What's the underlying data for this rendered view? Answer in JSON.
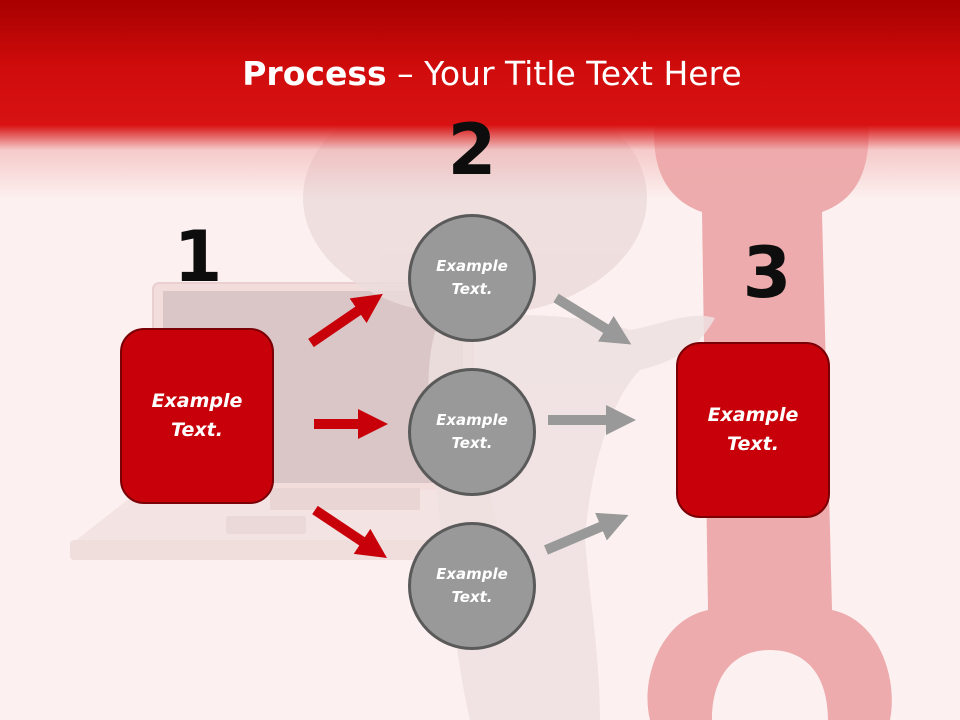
{
  "slide": {
    "title_bold": "Process",
    "title_rest": " – Your Title Text Here",
    "steps": [
      {
        "number": "1",
        "text": "Example\nText."
      },
      {
        "number": "2",
        "text": "Example\nText."
      },
      {
        "number": "3",
        "text": "Example\nText."
      }
    ],
    "circles": [
      {
        "text": "Example\nText."
      },
      {
        "text": "Example\nText."
      },
      {
        "text": "Example\nText."
      }
    ]
  },
  "colors": {
    "header": "#d10c0c",
    "box_fill": "#c8000a",
    "circle_fill": "#999999",
    "red_arrow": "#c8000a",
    "gray_arrow": "#999999",
    "background": "#fcf1f0"
  }
}
